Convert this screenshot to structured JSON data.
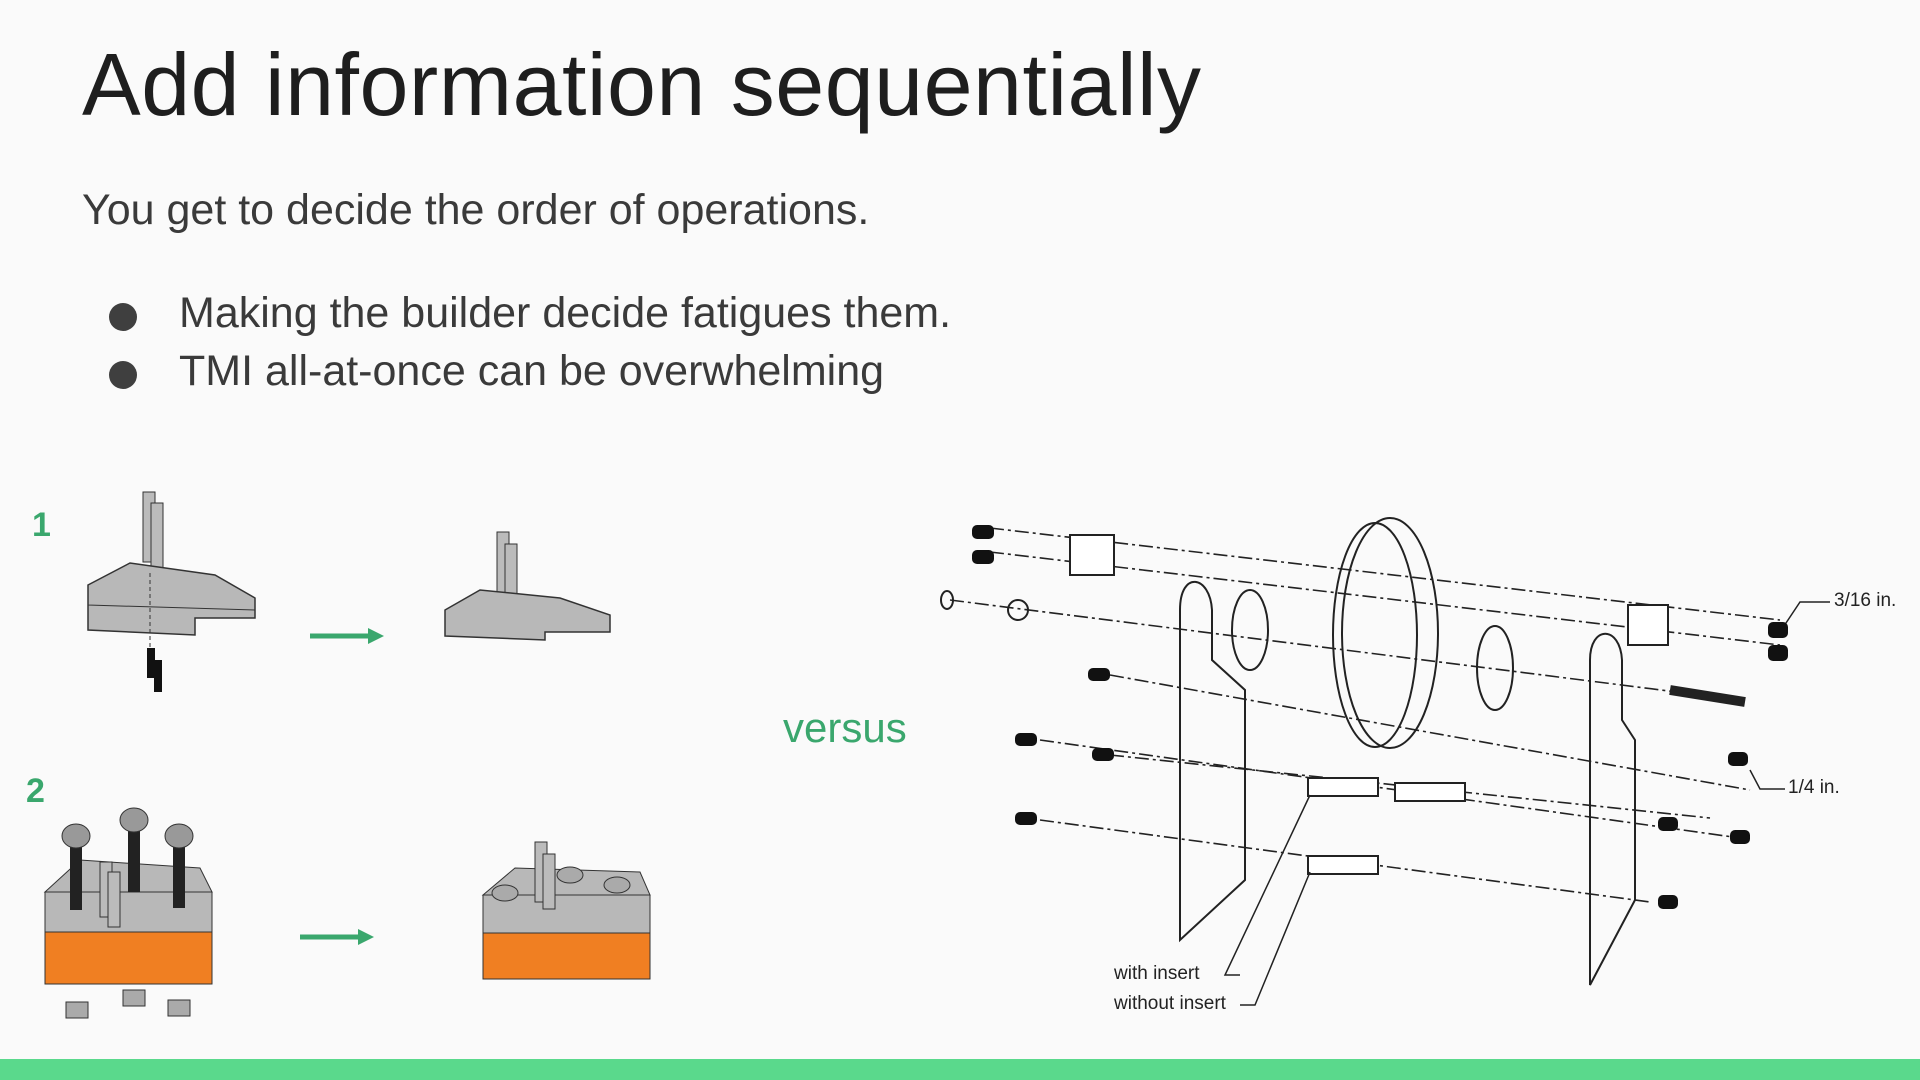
{
  "slide": {
    "title": "Add information sequentially",
    "subtitle": "You get to decide the order of operations.",
    "bullets": [
      "Making the builder decide fatigues them.",
      "TMI all-at-once can be overwhelming"
    ],
    "steps": [
      "1",
      "2"
    ],
    "versus": "versus",
    "diagram_labels": {
      "size_a": "3/16 in.",
      "size_b": "1/4 in.",
      "with_insert": "with insert",
      "without_insert": "without insert"
    },
    "colors": {
      "accent_green": "#3aa76d",
      "bar_green": "#5ad98c",
      "part_gray": "#b5b5b5",
      "part_orange": "#f07f22"
    }
  }
}
